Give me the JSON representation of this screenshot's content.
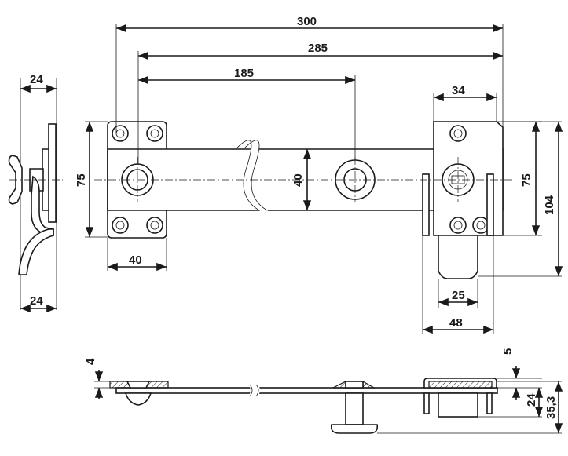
{
  "dimensions": {
    "d300": "300",
    "d285": "285",
    "d185": "185",
    "d34": "34",
    "d24_top": "24",
    "d24_bottom": "24",
    "d75_left": "75",
    "d40_center": "40",
    "d75_right": "75",
    "d104": "104",
    "d40_bottom": "40",
    "d25": "25",
    "d48": "48",
    "d4": "4",
    "d5": "5",
    "d24_side": "24",
    "d35_3": "35,3"
  },
  "colors": {
    "line": "#1a1a1a",
    "fill": "#ffffff",
    "shade": "#d9d9d9"
  }
}
